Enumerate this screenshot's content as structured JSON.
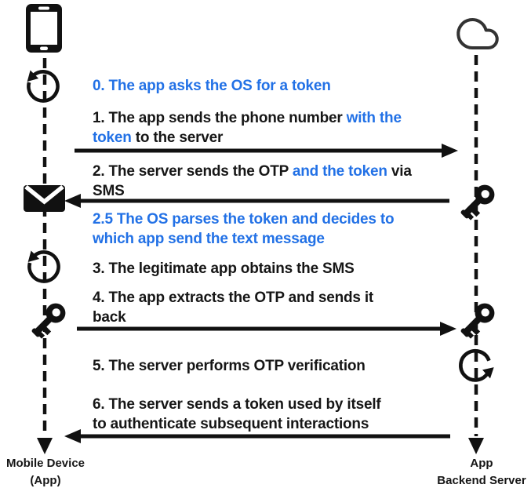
{
  "palette": {
    "blue": "#2271e6",
    "ink": "#161616",
    "cloud_stroke": "#333333"
  },
  "diagram_type": "sequence-diagram",
  "steps": {
    "s0": {
      "l1": [
        {
          "t": "0. The app asks the OS for a token",
          "color": "blue"
        }
      ]
    },
    "s1": {
      "l1": [
        {
          "t": "1. The app sends the phone number ",
          "color": "black"
        },
        {
          "t": "with the",
          "color": "blue"
        }
      ],
      "l2": [
        {
          "t": "token",
          "color": "blue"
        },
        {
          "t": " to the server",
          "color": "black"
        }
      ]
    },
    "s2": {
      "l1": [
        {
          "t": "2. The server sends the OTP ",
          "color": "black"
        },
        {
          "t": "and the token",
          "color": "blue"
        },
        {
          "t": " via",
          "color": "black"
        }
      ],
      "l2": [
        {
          "t": "SMS",
          "color": "black"
        }
      ]
    },
    "s25": {
      "l1": [
        {
          "t": "2.5 The OS parses the token and decides to",
          "color": "blue"
        }
      ],
      "l2": [
        {
          "t": "which app send the text message",
          "color": "blue"
        }
      ]
    },
    "s3": {
      "l1": [
        {
          "t": "3. The legitimate app obtains the SMS",
          "color": "black"
        }
      ]
    },
    "s4": {
      "l1": [
        {
          "t": "4. The app extracts the OTP and sends it",
          "color": "black"
        }
      ],
      "l2": [
        {
          "t": "back",
          "color": "black"
        }
      ]
    },
    "s5": {
      "l1": [
        {
          "t": "5. The server performs OTP verification",
          "color": "black"
        }
      ]
    },
    "s6": {
      "l1": [
        {
          "t": "6. The server sends a token used by itself",
          "color": "black"
        }
      ],
      "l2": [
        {
          "t": "to authenticate subsequent interactions",
          "color": "black"
        }
      ]
    }
  },
  "actors": {
    "mobile": {
      "label1": "Mobile Device",
      "label2": "(App)",
      "icon": "smartphone-icon"
    },
    "server": {
      "label1": "App",
      "label2": "Backend Server",
      "icon": "cloud-icon"
    }
  },
  "lifeline_icons": {
    "left": [
      "smartphone-icon",
      "refresh-ccw-icon",
      "inbox-envelope-icon",
      "refresh-ccw-icon",
      "key-icon"
    ],
    "right": [
      "cloud-icon",
      "key-icon",
      "key-icon",
      "refresh-cw-icon"
    ]
  },
  "message_arrows": [
    {
      "step": "1",
      "direction": "right"
    },
    {
      "step": "2",
      "direction": "left"
    },
    {
      "step": "4",
      "direction": "right"
    },
    {
      "step": "6",
      "direction": "left"
    }
  ]
}
